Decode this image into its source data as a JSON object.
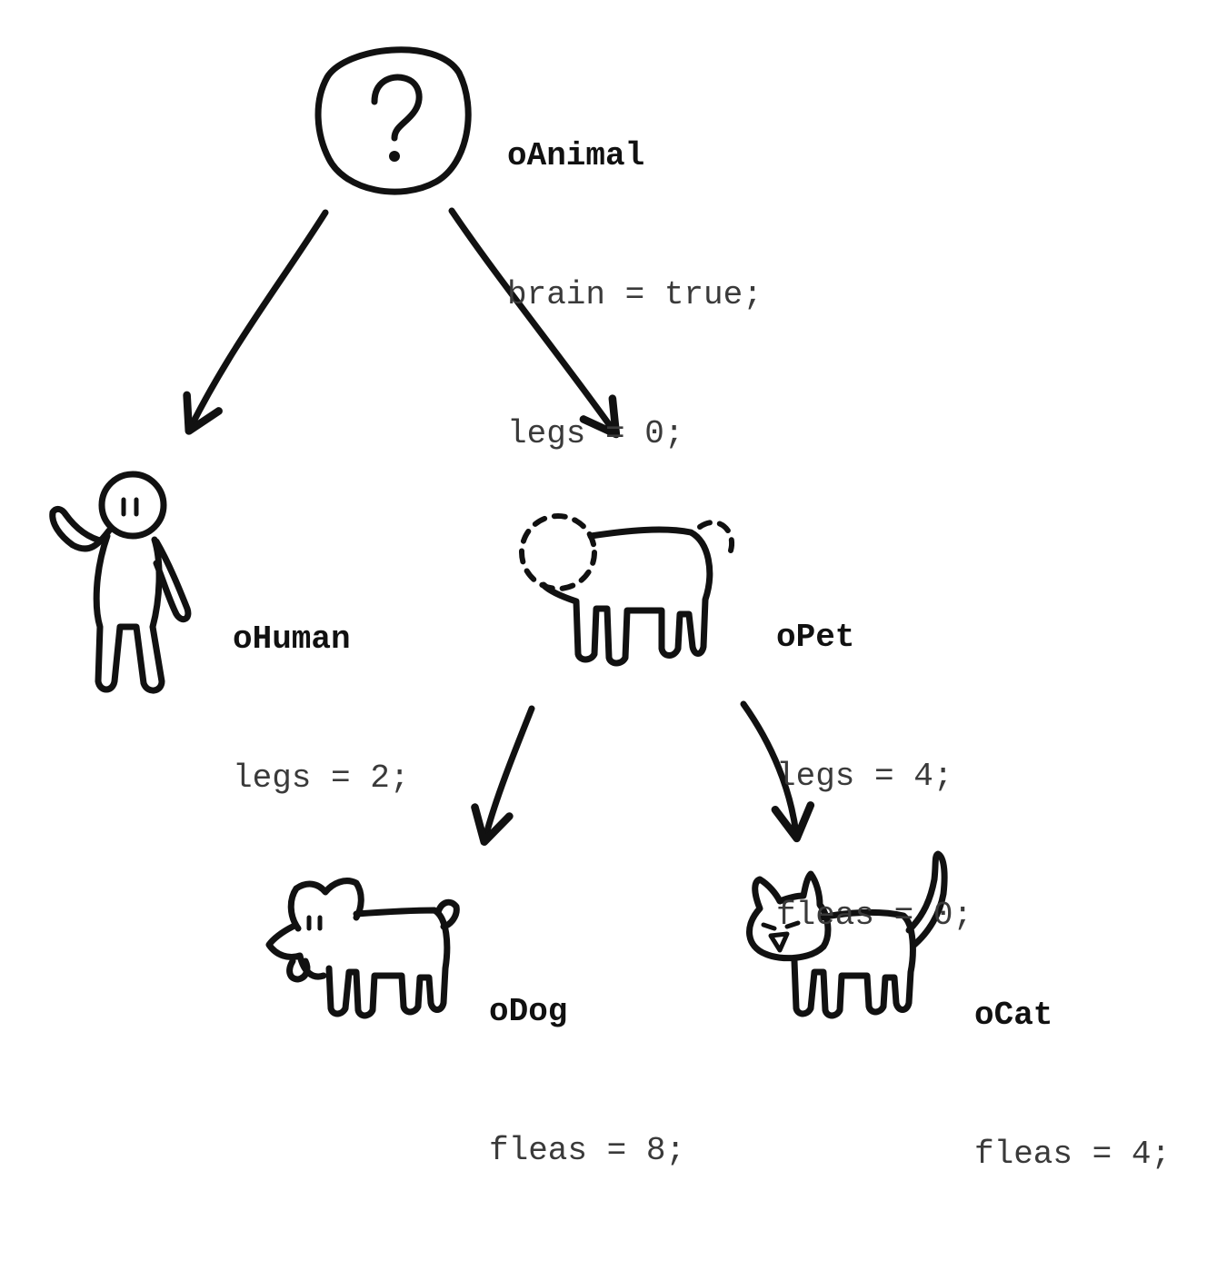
{
  "nodes": {
    "animal": {
      "name": "oAnimal",
      "props": [
        "brain = true;",
        "legs = 0;"
      ],
      "icon": "question-mark-icon"
    },
    "human": {
      "name": "oHuman",
      "props": [
        "legs = 2;"
      ],
      "icon": "human-figure-icon"
    },
    "pet": {
      "name": "oPet",
      "props": [
        "legs = 4;",
        "fleas = 0;"
      ],
      "icon": "generic-pet-icon"
    },
    "dog": {
      "name": "oDog",
      "props": [
        "fleas = 8;"
      ],
      "icon": "dog-icon"
    },
    "cat": {
      "name": "oCat",
      "props": [
        "fleas = 4;"
      ],
      "icon": "cat-icon"
    }
  },
  "edges": [
    {
      "from": "oAnimal",
      "to": "oHuman"
    },
    {
      "from": "oAnimal",
      "to": "oPet"
    },
    {
      "from": "oPet",
      "to": "oDog"
    },
    {
      "from": "oPet",
      "to": "oCat"
    }
  ],
  "colors": {
    "ink": "#111111",
    "text": "#3a3a3a",
    "background": "#ffffff"
  }
}
